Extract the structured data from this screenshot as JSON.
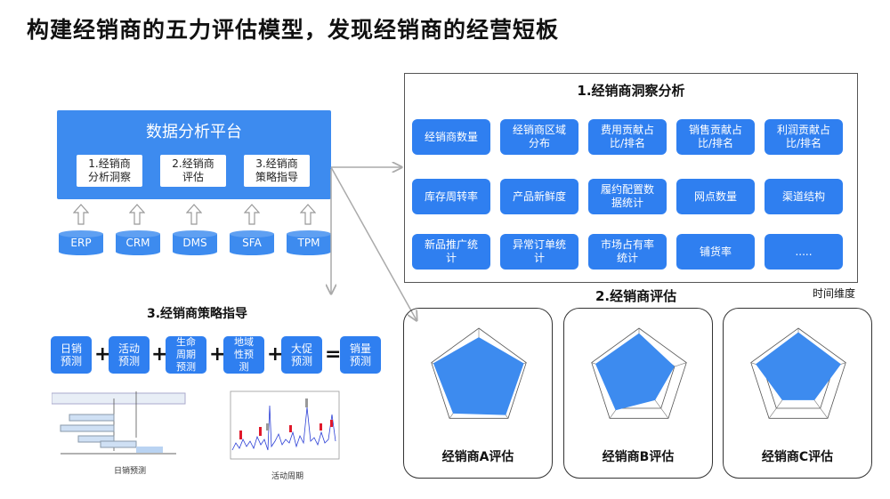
{
  "title": "构建经销商的五力评估模型，发现经销商的经营短板",
  "platform": {
    "title": "数据分析平台",
    "tiles": [
      "1.经销商\n分析洞察",
      "2.经销商\n评估",
      "3.经销商\n策略指导"
    ]
  },
  "databases": [
    "ERP",
    "CRM",
    "DMS",
    "SFA",
    "TPM"
  ],
  "analysis": {
    "title": "1.经销商洞察分析",
    "tiles": [
      "经销商数量",
      "经销商区域\n分布",
      "费用贡献占\n比/排名",
      "销售贡献占\n比/排名",
      "利润贡献占\n比/排名",
      "库存周转率",
      "产品新鲜度",
      "履约配置数\n据统计",
      "网点数量",
      "渠道结构",
      "新品推广统\n计",
      "异常订单统\n计",
      "市场占有率\n统计",
      "铺货率",
      "....."
    ]
  },
  "evaluation": {
    "title": "2.经销商评估",
    "time_label": "时间维度",
    "radars": [
      {
        "label": "经销商A评估",
        "values": [
          0.82,
          0.95,
          0.92,
          0.88,
          0.96
        ]
      },
      {
        "label": "经销商B评估",
        "values": [
          0.9,
          0.75,
          0.55,
          0.8,
          0.92
        ]
      },
      {
        "label": "经销商C评估",
        "values": [
          0.92,
          0.9,
          0.55,
          0.55,
          0.9
        ]
      }
    ]
  },
  "strategy": {
    "title": "3.经销商策略指导",
    "tiles": [
      "日销\n预测",
      "活动\n预测",
      "生命\n周期\n预测",
      "地域\n性预\n测",
      "大促\n预测",
      "销量\n预测"
    ],
    "operators": [
      "+",
      "+",
      "+",
      "+",
      "="
    ],
    "caption_left": "日销预测",
    "caption_right": "活动周期"
  },
  "colors": {
    "accent": "#3d8bef",
    "tile_blue": "#2f7ff0",
    "radar_fill": "#3d8bef"
  }
}
